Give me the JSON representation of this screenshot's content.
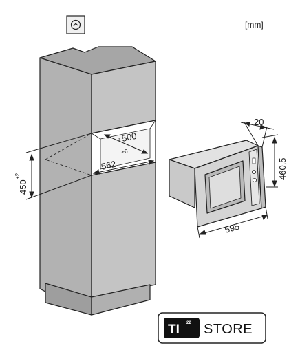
{
  "unit_label": "[mm]",
  "dimensions": {
    "niche_depth": "500",
    "niche_width": "562",
    "niche_width_tol": "+6",
    "niche_height": "450",
    "niche_height_tol": "+2",
    "appliance_width": "595",
    "appliance_height": "460,5",
    "front_depth": "20"
  },
  "logo": {
    "mark": "TI",
    "number": "22",
    "text": "STORE"
  },
  "icons": {
    "install_symbol": "socket-icon"
  },
  "colors": {
    "cabinet_fill": "#bcbcbc",
    "cabinet_top": "#a9a9a9",
    "line": "#222222",
    "appliance_fill": "#cfcfcf",
    "logo_dark": "#111111"
  }
}
